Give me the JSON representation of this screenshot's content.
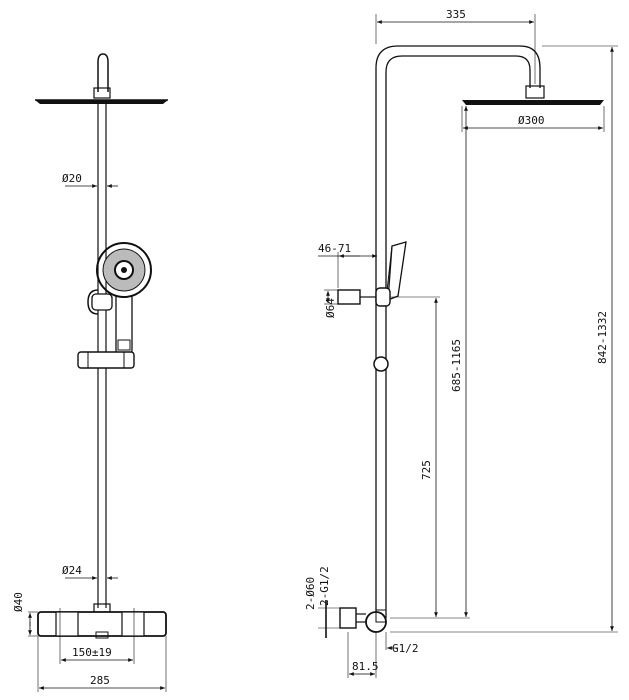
{
  "drawing": {
    "front_view": {
      "diameter_pipe": "Ø20",
      "diameter_lower": "Ø24",
      "height_valve": "Ø40",
      "centers": "150±19",
      "overall_width": "285"
    },
    "side_view": {
      "arm_length": "335",
      "head_diameter": "Ø300",
      "holder_offset": "46-71",
      "holder_diameter": "Ø64",
      "slide_range": "685-1165",
      "holder_height": "725",
      "total_height": "842-1332",
      "escutcheon": "2-Ø60",
      "inlet_thread": "2-G1/2",
      "outlet_thread": "G1/2",
      "wall_offset": "81.5"
    }
  },
  "colors": {
    "line": "#111111",
    "paper": "#ffffff"
  }
}
